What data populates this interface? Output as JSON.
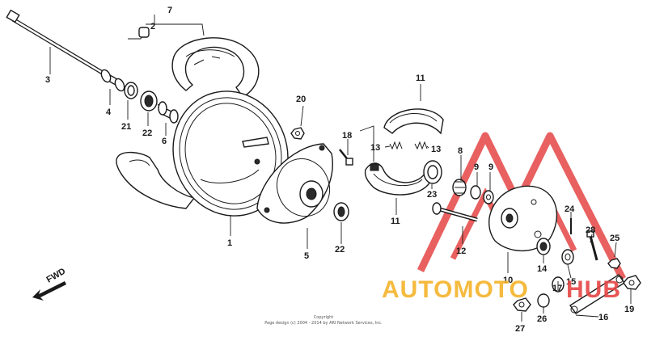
{
  "labels": [
    {
      "id": "1",
      "text": "1"
    },
    {
      "id": "2",
      "text": "2"
    },
    {
      "id": "3",
      "text": "3"
    },
    {
      "id": "4",
      "text": "4"
    },
    {
      "id": "5",
      "text": "5"
    },
    {
      "id": "6",
      "text": "6"
    },
    {
      "id": "7",
      "text": "7"
    },
    {
      "id": "8",
      "text": "8"
    },
    {
      "id": "9a",
      "text": "9"
    },
    {
      "id": "9b",
      "text": "9"
    },
    {
      "id": "10",
      "text": "10"
    },
    {
      "id": "11a",
      "text": "11"
    },
    {
      "id": "11b",
      "text": "11"
    },
    {
      "id": "12",
      "text": "12"
    },
    {
      "id": "13a",
      "text": "13"
    },
    {
      "id": "13b",
      "text": "13"
    },
    {
      "id": "14",
      "text": "14"
    },
    {
      "id": "15",
      "text": "15"
    },
    {
      "id": "16",
      "text": "16"
    },
    {
      "id": "17",
      "text": "17"
    },
    {
      "id": "18",
      "text": "18"
    },
    {
      "id": "19",
      "text": "19"
    },
    {
      "id": "20",
      "text": "20"
    },
    {
      "id": "21",
      "text": "21"
    },
    {
      "id": "22a",
      "text": "22"
    },
    {
      "id": "22b",
      "text": "22"
    },
    {
      "id": "23",
      "text": "23"
    },
    {
      "id": "24",
      "text": "24"
    },
    {
      "id": "25",
      "text": "25"
    },
    {
      "id": "26",
      "text": "26"
    },
    {
      "id": "27",
      "text": "27"
    },
    {
      "id": "28",
      "text": "28"
    }
  ],
  "direction_label": "FWD",
  "copyright": {
    "line1": "Copyright",
    "line2": "Page design (c) 2004 - 2014 by ARI Network Services, Inc."
  },
  "watermark": {
    "text_a": "AUTOMOTO",
    "text_b": "HUB",
    "color_a": "#f5b32a",
    "color_b": "#e64545",
    "triangle_color": "#e64545"
  }
}
